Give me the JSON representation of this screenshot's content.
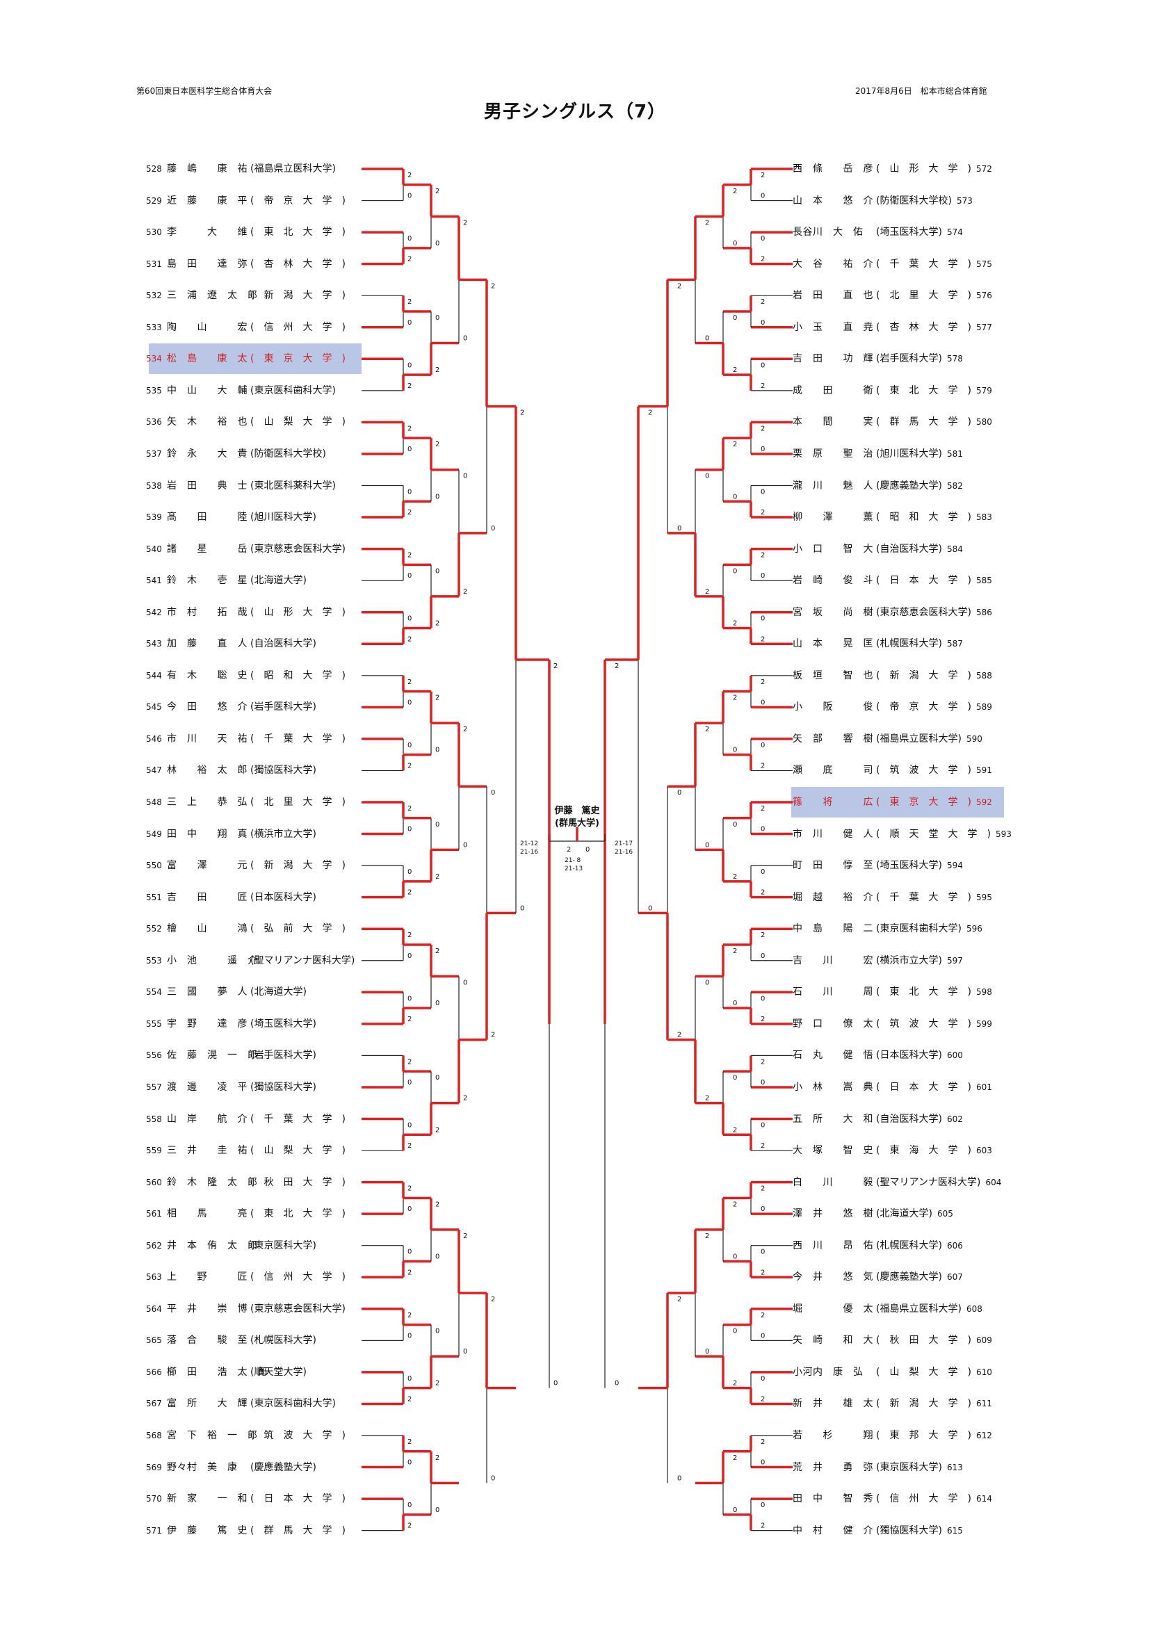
{
  "header": {
    "left": "第60回東日本医科学生総合体育大会",
    "right": "2017年8月6日　松本市総合体育館",
    "title": "男子シングルス（7）"
  },
  "champion": {
    "name": "伊藤　篤史",
    "school": "(群馬大学)"
  },
  "final": {
    "p1": "2",
    "p2": "0",
    "scores": [
      "21- 8",
      "21-13"
    ]
  },
  "left_players": [
    {
      "num": "528",
      "name": "藤　嶋　　康　祐",
      "school": "(福島県立医科大学)"
    },
    {
      "num": "529",
      "name": "近　藤　　康　平",
      "school": "(　帝　京　大　学　)"
    },
    {
      "num": "530",
      "name": "李　　　大　　維",
      "school": "(　東　北　大　学　)"
    },
    {
      "num": "531",
      "name": "島　田　　達　弥",
      "school": "(　杏　林　大　学　)"
    },
    {
      "num": "532",
      "name": "三　浦　遼　太　郎",
      "school": "(　新　潟　大　学　)"
    },
    {
      "num": "533",
      "name": "陶　　山　　　宏",
      "school": "(　信　州　大　学　)"
    },
    {
      "num": "534",
      "name": "松　島　　康　太",
      "school": "(　東　京　大　学　)"
    },
    {
      "num": "535",
      "name": "中　山　　大　輔",
      "school": "(東京医科歯科大学)"
    },
    {
      "num": "536",
      "name": "矢　木　　裕　也",
      "school": "(　山　梨　大　学　)"
    },
    {
      "num": "537",
      "name": "鈴　永　　大　貴",
      "school": "(防衛医科大学校)"
    },
    {
      "num": "538",
      "name": "岩　田　　典　士",
      "school": "(東北医科薬科大学)"
    },
    {
      "num": "539",
      "name": "髙　　田　　　陸",
      "school": "(旭川医科大学)"
    },
    {
      "num": "540",
      "name": "諸　　星　　　岳",
      "school": "(東京慈恵会医科大学)"
    },
    {
      "num": "541",
      "name": "鈴　木　　壱　星",
      "school": "(北海道大学)"
    },
    {
      "num": "542",
      "name": "市　村　　拓　哉",
      "school": "(　山　形　大　学　)"
    },
    {
      "num": "543",
      "name": "加　藤　　直　人",
      "school": "(自治医科大学)"
    },
    {
      "num": "544",
      "name": "有　木　　聡　史",
      "school": "(　昭　和　大　学　)"
    },
    {
      "num": "545",
      "name": "今　田　　悠　介",
      "school": "(岩手医科大学)"
    },
    {
      "num": "546",
      "name": "市　川　　天　祐",
      "school": "(　千　葉　大　学　)"
    },
    {
      "num": "547",
      "name": "林　　裕　太　郎",
      "school": "(獨協医科大学)"
    },
    {
      "num": "548",
      "name": "三　上　　恭　弘",
      "school": "(　北　里　大　学　)"
    },
    {
      "num": "549",
      "name": "田　中　　翔　真",
      "school": "(横浜市立大学)"
    },
    {
      "num": "550",
      "name": "富　　澤　　　元",
      "school": "(　新　潟　大　学　)"
    },
    {
      "num": "551",
      "name": "吉　　田　　　匠",
      "school": "(日本医科大学)"
    },
    {
      "num": "552",
      "name": "檜　　山　　　鴻",
      "school": "(　弘　前　大　学　)"
    },
    {
      "num": "553",
      "name": "小　池　　　遥　介",
      "school": "(聖マリアンナ医科大学)"
    },
    {
      "num": "554",
      "name": "三　國　　夢　人",
      "school": "(北海道大学)"
    },
    {
      "num": "555",
      "name": "宇　野　　達　彦",
      "school": "(埼玉医科大学)"
    },
    {
      "num": "556",
      "name": "佐　藤　滉　一　郎",
      "school": "(岩手医科大学)"
    },
    {
      "num": "557",
      "name": "渡　邊　　凌　平",
      "school": "(獨協医科大学)"
    },
    {
      "num": "558",
      "name": "山　岸　　航　介",
      "school": "(　千　葉　大　学　)"
    },
    {
      "num": "559",
      "name": "三　井　　圭　祐",
      "school": "(　山　梨　大　学　)"
    },
    {
      "num": "560",
      "name": "鈴　木　隆　太　郎",
      "school": "(　秋　田　大　学　)"
    },
    {
      "num": "561",
      "name": "相　　馬　　　亮",
      "school": "(　東　北　大　学　)"
    },
    {
      "num": "562",
      "name": "井　本　侑　太　郎",
      "school": "(東京医科大学)"
    },
    {
      "num": "563",
      "name": "上　　野　　　匠",
      "school": "(　信　州　大　学　)"
    },
    {
      "num": "564",
      "name": "平　井　　崇　博",
      "school": "(東京慈恵会医科大学)"
    },
    {
      "num": "565",
      "name": "落　合　　駿　至",
      "school": "(札幌医科大学)"
    },
    {
      "num": "566",
      "name": "櫛　田　　浩　太　郎",
      "school": "(順天堂大学)"
    },
    {
      "num": "567",
      "name": "富　所　　大　輝",
      "school": "(東京医科歯科大学)"
    },
    {
      "num": "568",
      "name": "宮　下　裕　一　郎",
      "school": "(　筑　波　大　学　)"
    },
    {
      "num": "569",
      "name": "野々村　美　康",
      "school": "(慶應義塾大学)"
    },
    {
      "num": "570",
      "name": "新　家　　一　和",
      "school": "(　日　本　大　学　)"
    },
    {
      "num": "571",
      "name": "伊　藤　　篤　史",
      "school": "(　群　馬　大　学　)"
    }
  ],
  "right_players": [
    {
      "num": "572",
      "name": "西　條　　岳　彦",
      "school": "(　山　形　大　学　)"
    },
    {
      "num": "573",
      "name": "山　本　　悠　介",
      "school": "(防衛医科大学校)"
    },
    {
      "num": "574",
      "name": "長谷川　大　佑",
      "school": "(埼玉医科大学)"
    },
    {
      "num": "575",
      "name": "大　谷　　祐　介",
      "school": "(　千　葉　大　学　)"
    },
    {
      "num": "576",
      "name": "岩　田　　直　也",
      "school": "(　北　里　大　学　)"
    },
    {
      "num": "577",
      "name": "小　玉　　直　尭",
      "school": "(　杏　林　大　学　)"
    },
    {
      "num": "578",
      "name": "吉　田　　功　輝",
      "school": "(岩手医科大学)"
    },
    {
      "num": "579",
      "name": "成　　田　　　衛",
      "school": "(　東　北　大　学　)"
    },
    {
      "num": "580",
      "name": "本　　間　　　実",
      "school": "(　群　馬　大　学　)"
    },
    {
      "num": "581",
      "name": "栗　原　　聖　治",
      "school": "(旭川医科大学)"
    },
    {
      "num": "582",
      "name": "瀧　川　　魅　人",
      "school": "(慶應義塾大学)"
    },
    {
      "num": "583",
      "name": "柳　　澤　　　薫",
      "school": "(　昭　和　大　学　)"
    },
    {
      "num": "584",
      "name": "小　口　　智　大",
      "school": "(自治医科大学)"
    },
    {
      "num": "585",
      "name": "岩　崎　　俊　斗",
      "school": "(　日　本　大　学　)"
    },
    {
      "num": "586",
      "name": "宮　坂　　尚　樹",
      "school": "(東京慈恵会医科大学)"
    },
    {
      "num": "587",
      "name": "山　本　　晃　匡",
      "school": "(札幌医科大学)"
    },
    {
      "num": "588",
      "name": "板　垣　　智　也",
      "school": "(　新　潟　大　学　)"
    },
    {
      "num": "589",
      "name": "小　　阪　　　俊",
      "school": "(　帝　京　大　学　)"
    },
    {
      "num": "590",
      "name": "矢　部　　響　樹",
      "school": "(福島県立医科大学)"
    },
    {
      "num": "591",
      "name": "瀬　　底　　　司",
      "school": "(　筑　波　大　学　)"
    },
    {
      "num": "592",
      "name": "篠　　将　　　広",
      "school": "(　東　京　大　学　)"
    },
    {
      "num": "593",
      "name": "市　川　　健　人",
      "school": "(　順　天　堂　大　学　)"
    },
    {
      "num": "594",
      "name": "町　田　　惇　至",
      "school": "(埼玉医科大学)"
    },
    {
      "num": "595",
      "name": "堀　越　　裕　介",
      "school": "(　千　葉　大　学　)"
    },
    {
      "num": "596",
      "name": "中　島　　陽　二",
      "school": "(東京医科歯科大学)"
    },
    {
      "num": "597",
      "name": "吉　　川　　　宏",
      "school": "(横浜市立大学)"
    },
    {
      "num": "598",
      "name": "石　　川　　　周",
      "school": "(　東　北　大　学　)"
    },
    {
      "num": "599",
      "name": "野　口　　僚　太",
      "school": "(　筑　波　大　学　)"
    },
    {
      "num": "600",
      "name": "石　丸　　健　悟",
      "school": "(日本医科大学)"
    },
    {
      "num": "601",
      "name": "小　林　　嵩　典",
      "school": "(　日　本　大　学　)"
    },
    {
      "num": "602",
      "name": "五　所　　大　和",
      "school": "(自治医科大学)"
    },
    {
      "num": "603",
      "name": "大　塚　　智　史",
      "school": "(　東　海　大　学　)"
    },
    {
      "num": "604",
      "name": "白　　川　　　毅",
      "school": "(聖マリアンナ医科大学)"
    },
    {
      "num": "605",
      "name": "澤　井　　悠　樹",
      "school": "(北海道大学)"
    },
    {
      "num": "606",
      "name": "西　川　　昂　佑",
      "school": "(札幌医科大学)"
    },
    {
      "num": "607",
      "name": "今　井　　悠　気",
      "school": "(慶應義塾大学)"
    },
    {
      "num": "608",
      "name": "堀　　　　優　太",
      "school": "(福島県立医科大学)"
    },
    {
      "num": "609",
      "name": "矢　崎　　和　大",
      "school": "(　秋　田　大　学　)"
    },
    {
      "num": "610",
      "name": "小河内　康　弘",
      "school": "(　山　梨　大　学　)"
    },
    {
      "num": "611",
      "name": "新　井　　雄　太",
      "school": "(　新　潟　大　学　)"
    },
    {
      "num": "612",
      "name": "若　　杉　　　翔",
      "school": "(　東　邦　大　学　)"
    },
    {
      "num": "613",
      "name": "荒　井　　勇　弥",
      "school": "(東京医科大学)"
    },
    {
      "num": "614",
      "name": "田　中　　智　秀",
      "school": "(　信　州　大　学　)"
    },
    {
      "num": "615",
      "name": "中　村　　健　介",
      "school": "(獨協医科大学)"
    }
  ],
  "highlight": {
    "left_index": 6,
    "right_index": 20,
    "color": "#b9c6e6",
    "text_color": "#d22222",
    "win_line": "#e02020"
  },
  "semifinal_scores": {
    "left": [
      "21-12",
      "21-16"
    ],
    "right": [
      "21-17",
      "21-16"
    ]
  }
}
